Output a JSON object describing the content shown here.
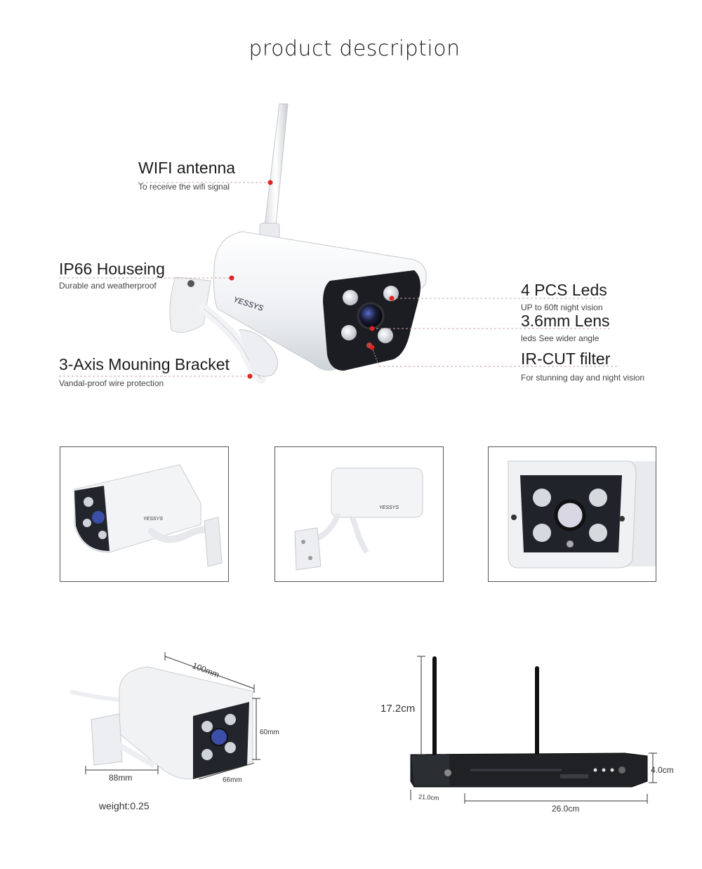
{
  "page": {
    "title": "product description"
  },
  "features": [
    {
      "title": "WIFI antenna",
      "subtitle": "To receive the wifi signal"
    },
    {
      "title": "IP66 Houseing",
      "subtitle": "Durable and weatherproof"
    },
    {
      "title": "3-Axis Mouning Bracket",
      "subtitle": "Vandal-proof wire protection"
    },
    {
      "title": "4 PCS Leds",
      "subtitle": "UP to 60ft night vision"
    },
    {
      "title": "3.6mm Lens",
      "subtitle": "leds See wider angle"
    },
    {
      "title": "IR-CUT filter",
      "subtitle": "For stunning day and night vision"
    }
  ],
  "brand": {
    "logo_text": "YESSYS"
  },
  "camera_dimensions": {
    "length": "100mm",
    "height": "60mm",
    "depth": "88mm",
    "width": "66mm",
    "weight": "weight:0.25"
  },
  "nvr_dimensions": {
    "antenna_height": "17.2cm",
    "height": "4.0cm",
    "depth": "21.0cm",
    "width": "26.0cm"
  },
  "colors": {
    "accent_dot": "#e02424",
    "leader_line": "#c8a4a4",
    "panel_border": "#555555"
  }
}
